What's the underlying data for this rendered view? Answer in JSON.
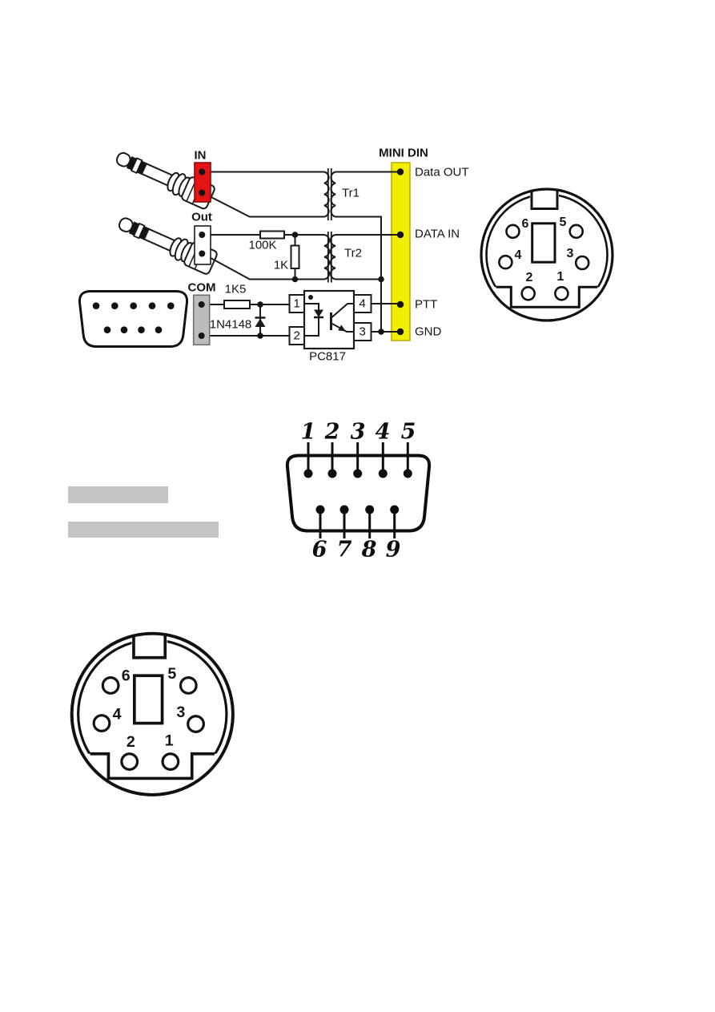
{
  "schematic": {
    "minidin_header": "MINI DIN",
    "in_label": "IN",
    "out_label": "Out",
    "com_label": "COM",
    "r_100k": "100K",
    "r_1k": "1K",
    "r_1k5": "1K5",
    "diode_label": "1N4148",
    "tr1_label": "Tr1",
    "tr2_label": "Tr2",
    "ic_label": "PC817",
    "ic_pin1": "1",
    "ic_pin2": "2",
    "ic_pin3": "3",
    "ic_pin4": "4",
    "pin_data_out": "Data OUT",
    "pin_data_in": "DATA IN",
    "pin_ptt": "PTT",
    "pin_gnd": "GND"
  },
  "db9_figure": {
    "top": [
      "1",
      "2",
      "3",
      "4",
      "5"
    ],
    "bottom": [
      "6",
      "7",
      "8",
      "9"
    ]
  },
  "minidin": {
    "pin1": "1",
    "pin2": "2",
    "pin3": "3",
    "pin4": "4",
    "pin5": "5",
    "pin6": "6"
  },
  "colors": {
    "connector_red": "#e31414",
    "minidin_yellow": "#f2ee00",
    "com_gray": "#bcbcbc",
    "redacted_gray": "#c4c4c4",
    "line_black": "#1a1a1a"
  }
}
